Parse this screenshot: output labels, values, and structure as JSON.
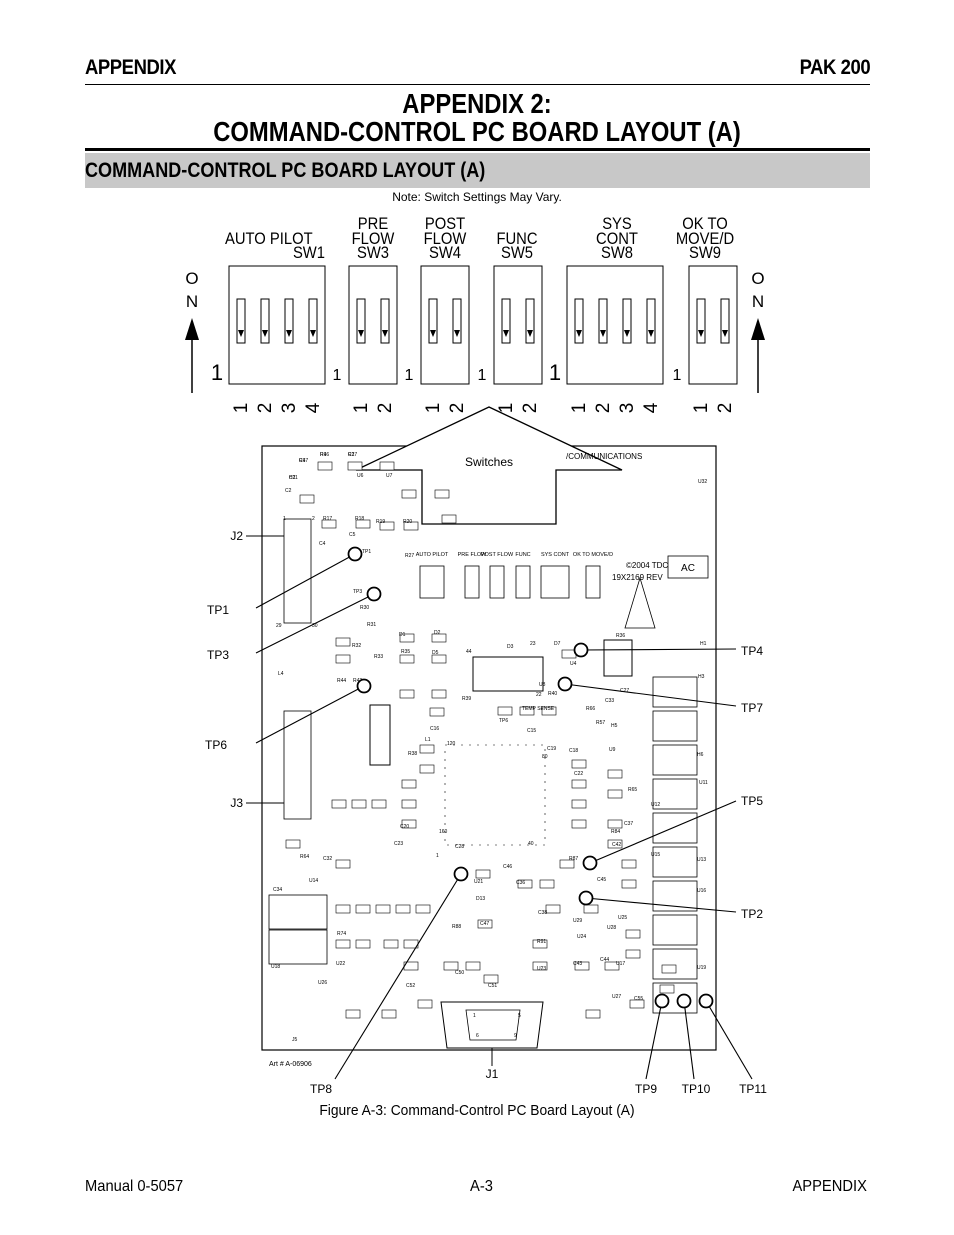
{
  "header": {
    "left": "APPENDIX",
    "right": "PAK 200"
  },
  "title": {
    "line1": "APPENDIX 2:",
    "line2": "COMMAND-CONTROL PC BOARD LAYOUT (A)"
  },
  "section_title": "COMMAND-CONTROL PC BOARD LAYOUT (A)",
  "note": "Note:  Switch Settings May Vary.",
  "on_label": [
    "O",
    "N"
  ],
  "switches": [
    {
      "name_lines": [
        "AUTO PILOT",
        "SW1"
      ],
      "positions": [
        "1",
        "2",
        "3",
        "4"
      ]
    },
    {
      "name_lines": [
        "PRE",
        "FLOW",
        "SW3"
      ],
      "positions": [
        "1",
        "2"
      ]
    },
    {
      "name_lines": [
        "POST",
        "FLOW",
        "SW4"
      ],
      "positions": [
        "1",
        "2"
      ]
    },
    {
      "name_lines": [
        "FUNC",
        "SW5"
      ],
      "positions": [
        "1",
        "2"
      ]
    },
    {
      "name_lines": [
        "SYS",
        "CONT",
        "SW8"
      ],
      "positions": [
        "1",
        "2",
        "3",
        "4"
      ]
    },
    {
      "name_lines": [
        "OK TO",
        "MOVE/D",
        "SW9"
      ],
      "positions": [
        "1",
        "2"
      ]
    }
  ],
  "callout": "Switches",
  "board": {
    "top_label": "/COMMUNICATIONS",
    "copyright": "2004 TDC",
    "part_no": "19X2169 REV",
    "rev_box": "AC",
    "art_no": "Art # A-06906",
    "sw_labels": [
      "AUTO PILOT",
      "PRE FLOW",
      "POST FLOW",
      "FUNC",
      "SYS CONT",
      "OK TO MOVE/D"
    ],
    "refs": [
      "C1",
      "R1",
      "R2",
      "H2",
      "U6",
      "U7",
      "C2",
      "R17",
      "R18",
      "R19",
      "R20",
      "C4",
      "C5",
      "TP1",
      "R27",
      "TP3",
      "R30",
      "R31",
      "D1",
      "D2",
      "R32",
      "R33",
      "R35",
      "D5",
      "D7",
      "D3",
      "R36",
      "U4",
      "U8",
      "R40",
      "R39",
      "R42",
      "R44",
      "TP6",
      "TEMP SENSE",
      "C15",
      "C16",
      "L1",
      "R38",
      "C19",
      "C18",
      "C22",
      "C20",
      "C23",
      "C28",
      "R64",
      "C32",
      "U14",
      "C34",
      "U18",
      "R74",
      "U22",
      "U26",
      "R88",
      "C47",
      "R91",
      "U23",
      "C43",
      "C44",
      "C50",
      "C51",
      "C52",
      "U27",
      "C55",
      "J5",
      "U32",
      "L4",
      "H1",
      "H3",
      "H5",
      "H6",
      "U9",
      "U11",
      "U12",
      "U13",
      "U15",
      "U16",
      "U17",
      "U19",
      "U25",
      "U28",
      "U29",
      "U24",
      "R87",
      "C45",
      "C46",
      "C36",
      "C38",
      "D13",
      "U21",
      "R84",
      "C42",
      "C37",
      "R65",
      "R66",
      "C33",
      "C27",
      "R57",
      "R47",
      "R46",
      "C17",
      "C11"
    ],
    "connector_pins": [
      "1",
      "2",
      "29",
      "30",
      "44",
      "23",
      "22",
      "120",
      "80",
      "160",
      "40",
      "1"
    ]
  },
  "connectors": {
    "j1": "J1",
    "j2": "J2",
    "j3": "J3"
  },
  "test_points": [
    {
      "id": "tp1",
      "label": "TP1"
    },
    {
      "id": "tp3",
      "label": "TP3"
    },
    {
      "id": "tp6",
      "label": "TP6"
    },
    {
      "id": "tp4",
      "label": "TP4"
    },
    {
      "id": "tp7",
      "label": "TP7"
    },
    {
      "id": "tp5",
      "label": "TP5"
    },
    {
      "id": "tp2",
      "label": "TP2"
    },
    {
      "id": "tp8",
      "label": "TP8"
    },
    {
      "id": "tp9",
      "label": "TP9"
    },
    {
      "id": "tp10",
      "label": "TP10"
    },
    {
      "id": "tp11",
      "label": "TP11"
    }
  ],
  "caption": "Figure A-3: Command-Control PC Board Layout (A)",
  "footer": {
    "left": "Manual   0-5057",
    "center": "A-3",
    "right": "APPENDIX"
  }
}
